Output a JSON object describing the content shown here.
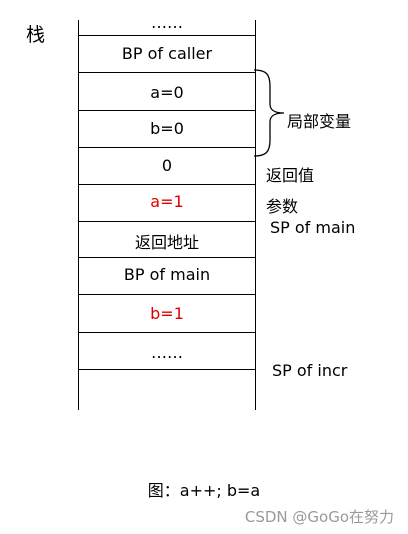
{
  "title": "栈",
  "cells": [
    {
      "text": "……",
      "color": "#000000"
    },
    {
      "text": "BP of caller",
      "color": "#000000"
    },
    {
      "text": "a=0",
      "color": "#000000"
    },
    {
      "text": "b=0",
      "color": "#000000"
    },
    {
      "text": "0",
      "color": "#000000"
    },
    {
      "text": "a=1",
      "color": "#e00000"
    },
    {
      "text": "返回地址",
      "color": "#000000"
    },
    {
      "text": "BP of main",
      "color": "#000000"
    },
    {
      "text": "b=1",
      "color": "#e00000"
    },
    {
      "text": "……",
      "color": "#000000"
    }
  ],
  "annotations": {
    "locals": "局部变量",
    "return_value": "返回值",
    "params": "参数",
    "sp_main": "SP of main",
    "sp_incr": "SP of incr"
  },
  "caption": "图：a++; b=a",
  "watermark": "CSDN @GoGo在努力"
}
